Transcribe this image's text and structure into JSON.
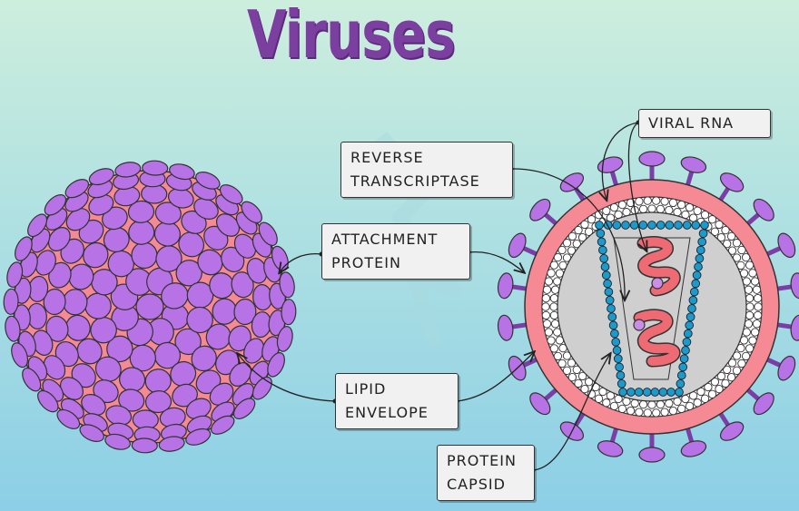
{
  "title": "Viruses",
  "labels": {
    "viral_rna": "VIRAL RNA",
    "reverse_transcriptase": [
      "REVERSE",
      "TRANSCRIPTASE"
    ],
    "attachment_protein": [
      "ATTACHMENT",
      "PROTEIN"
    ],
    "lipid_envelope": [
      "LIPID",
      "ENVELOPE"
    ],
    "protein_capsid": [
      "PROTEIN",
      "CAPSID"
    ]
  },
  "colors": {
    "title": "#7b3fa0",
    "envelope": "#f58a94",
    "protein_spike": "#b772e6",
    "spike_stalk": "#7a3ea6",
    "capsid_bead": "#1e9ac8",
    "rna": "#ee6b74",
    "interior": "#cfcfcf"
  }
}
